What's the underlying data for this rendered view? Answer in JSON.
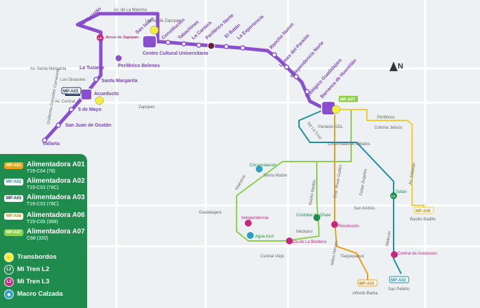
{
  "colors": {
    "line3": "#8a4fcf",
    "a01": "#e8a21a",
    "a02": "#1a8fa6",
    "a03": "#1c2d5a",
    "a06": "#f2cc34",
    "a07": "#8ccf4a",
    "l2": "#1f8b4c",
    "l3": "#c9267d",
    "macro": "#2aa1c9",
    "legend_bg": "#1f8b4c"
  },
  "map": {
    "line3_stations": [
      "Av. Tesistán",
      "Arcos de Zapopan",
      "Periférico Belenes",
      "Santa Margarita",
      "Acueducto",
      "5 de Mayo",
      "San Juan de Ocotán",
      "Vallarta",
      "San Isidro",
      "Centro Cultural Universitario",
      "Constitución",
      "Tabachines",
      "La Cantera",
      "Periférico Norte",
      "El Batán",
      "La Experiencia",
      "Rancho Nuevo",
      "Lomas del Paraíso",
      "Independencia Norte",
      "Zoológico Guadalajara",
      "Barranca de Huentitán"
    ],
    "street_labels": [
      "Av. de La Mancha",
      "Lomas de Zapopan",
      "La Tuzanía",
      "Av. Santa Margarita",
      "Los Girasoles",
      "Av. Central",
      "Guillermo González Camarena",
      "Zapopan",
      "Panteón GDL",
      "De La Cruz",
      "Circunvalación Oblatos",
      "Colonia Jalisco",
      "Av. Zalatitán",
      "Periférico",
      "Circunvalación",
      "Sierra Madre",
      "Maestros",
      "Independencia",
      "Agua Azul",
      "Plaza de La Bandera",
      "Medrano",
      "Cristóbal de Oñate",
      "Basilio Badillo",
      "Guadalajara",
      "Gral. Rivas Guillén",
      "Felipe Ángeles",
      "San Andrés",
      "Revolución",
      "Tetlán",
      "Malecón",
      "Central de Autobuses",
      "Niños Héroes",
      "Tlaquepaque",
      "Central Viejo",
      "Alfredo Barba",
      "San Pedrito",
      "Basilio Badillo"
    ],
    "tags": {
      "a03": "MP-A03",
      "a07": "MP-A07",
      "a06": "MP-A06",
      "a01": "MP-A01",
      "a02": "MP-A02"
    },
    "l2_letter": "L2",
    "l3_letter": "L3",
    "compass": "N"
  },
  "legend": {
    "items": [
      {
        "badge": "MP-A01",
        "title": "Alimentadora A01",
        "sub": "T19-C04 (78)",
        "color": "#e8a21a"
      },
      {
        "badge": "MP-A02",
        "title": "Alimentadora A02",
        "sub": "T19-C03 (78C)",
        "color": "#1a8fa6"
      },
      {
        "badge": "MP-A03",
        "title": "Alimentadora A03",
        "sub": "T19-C03 (78C)",
        "color": "#1c2d5a"
      },
      {
        "badge": "MP-A06",
        "title": "Alimentadora A06",
        "sub": "T19-C05 (368)",
        "color": "#f2cc34"
      },
      {
        "badge": "MP-A07",
        "title": "Alimentadora A07",
        "sub": "C68 (320)",
        "color": "#8ccf4a"
      }
    ],
    "transbordos": "Transbordos",
    "l2": "Mi Tren L2",
    "l3": "Mi Tren L3",
    "macro": "Macro Calzada"
  }
}
